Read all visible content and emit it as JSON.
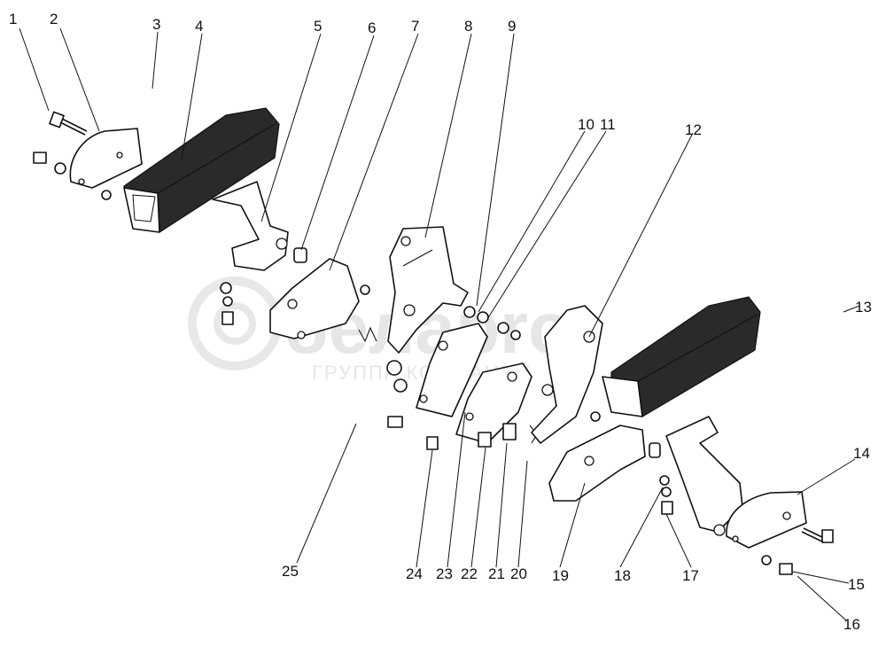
{
  "watermark": {
    "brand": "белаpro",
    "subtitle": "ГРУППА КОМПАНИЙ"
  },
  "callouts": [
    "1",
    "2",
    "3",
    "4",
    "5",
    "6",
    "7",
    "8",
    "9",
    "10",
    "11",
    "12",
    "13",
    "14",
    "15",
    "16",
    "17",
    "18",
    "19",
    "20",
    "21",
    "22",
    "23",
    "24",
    "25"
  ]
}
